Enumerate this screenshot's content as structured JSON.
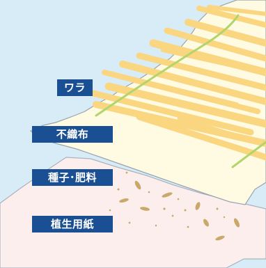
{
  "labels": {
    "straw": "ワラ",
    "nonwoven": "不織布",
    "seed_fertilizer": "種子･肥料",
    "planting_paper": "植生用紙"
  },
  "colors": {
    "background": "#d8ecf8",
    "paper": "#fdeeee",
    "nonwoven": "#fefbe2",
    "straw": "#fad681",
    "grass": "#b2d56a",
    "seed": "#c9a96a",
    "label_bg": "#1a4f93",
    "label_text": "#ffffff"
  }
}
